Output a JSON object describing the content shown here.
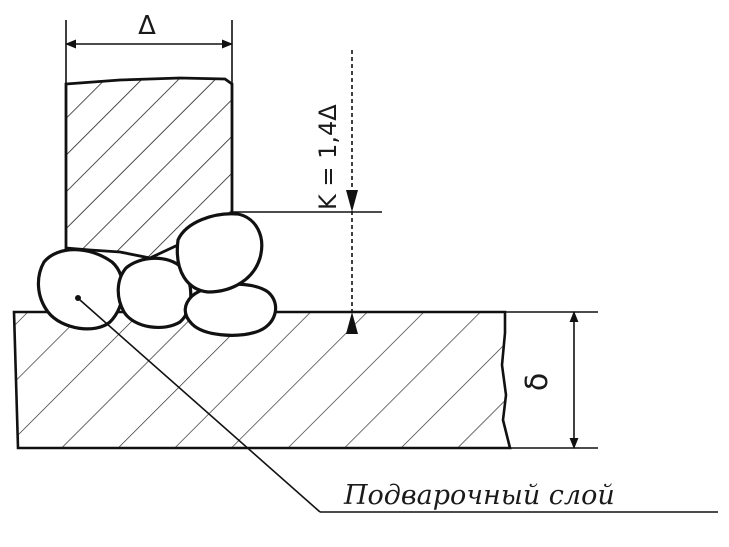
{
  "drawing": {
    "dimension_gap": "Δ",
    "dimension_leg": "K = 1,4Δ",
    "dimension_thickness": "δ",
    "callout_label": "Подварочный слой"
  }
}
